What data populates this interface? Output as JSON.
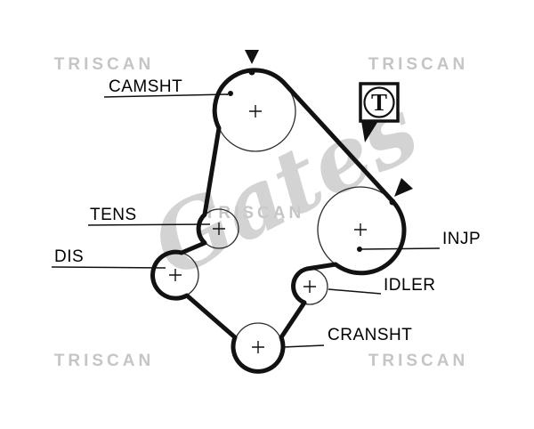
{
  "diagram": {
    "labels": {
      "camshaft": "CAMSHT",
      "tensioner": "TENS",
      "distributor": "DIS",
      "injection_pump": "INJP",
      "idler": "IDLER",
      "crankshaft": "CRANSHT"
    },
    "timing_mark_symbol": "T"
  },
  "watermarks": {
    "brand": "TRISCAN",
    "script": "Gates"
  },
  "colors": {
    "background": "#ffffff",
    "belt": "#121212",
    "pulley_line": "#2b2b2b",
    "leader_line": "#111111",
    "label": "#000000",
    "watermark": "#c5c5c5",
    "watermark_script": "#cccccc"
  }
}
